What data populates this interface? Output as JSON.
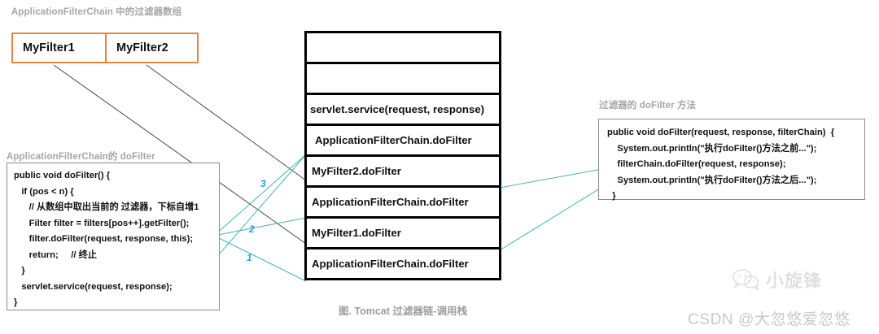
{
  "captions": {
    "filter_array": "ApplicationFilterChain 中的过滤器数组",
    "left_code": "ApplicationFilterChain的 doFilter",
    "right_code": "过滤器的 doFilter 方法",
    "stack": "图. Tomcat 过滤器链-调用栈"
  },
  "filter_array": {
    "cells": [
      {
        "label": "MyFilter1"
      },
      {
        "label": "MyFilter2"
      }
    ],
    "border_color": "#e8853c"
  },
  "left_code": {
    "lines": [
      "public void doFilter() {",
      "   if (pos < n) {",
      "      // 从数组中取出当前的 过滤器，下标自增1",
      "      Filter filter = filters[pos++].getFilter();",
      "      filter.doFilter(request, response, this);",
      "      return;     // 终止",
      "   }",
      "   servlet.service(request, response);",
      "}"
    ]
  },
  "right_code": {
    "lines": [
      "public void doFilter(request, response, filterChain)  {",
      "    System.out.println(\"执行doFilter()方法之前...\");",
      "    filterChain.doFilter(request, response);",
      "    System.out.println(\"执行doFilter()方法之后...\");",
      "  }"
    ]
  },
  "call_stack": {
    "rows": [
      {
        "label": "",
        "indent": 0
      },
      {
        "label": "",
        "indent": 0
      },
      {
        "label": "servlet.service(request, response)",
        "indent": 0
      },
      {
        "label": "ApplicationFilterChain.doFilter",
        "indent": 1
      },
      {
        "label": "MyFilter2.doFilter",
        "indent": 2
      },
      {
        "label": "ApplicationFilterChain.doFilter",
        "indent": 2
      },
      {
        "label": "MyFilter1.doFilter",
        "indent": 2
      },
      {
        "label": "ApplicationFilterChain.doFilter",
        "indent": 2
      }
    ]
  },
  "step_numbers": [
    {
      "label": "1"
    },
    {
      "label": "2"
    },
    {
      "label": "3"
    }
  ],
  "watermarks": {
    "wechat": "小旋锋",
    "csdn": "CSDN @大忽悠爱忽悠"
  },
  "colors": {
    "orange": "#e8853c",
    "caption_grey": "#a6a6a6",
    "stack_border": "#000000",
    "connector_dark": "#4a4a4a",
    "connector_teal": "#49b3b0",
    "step_blue": "#2a9fd6"
  }
}
